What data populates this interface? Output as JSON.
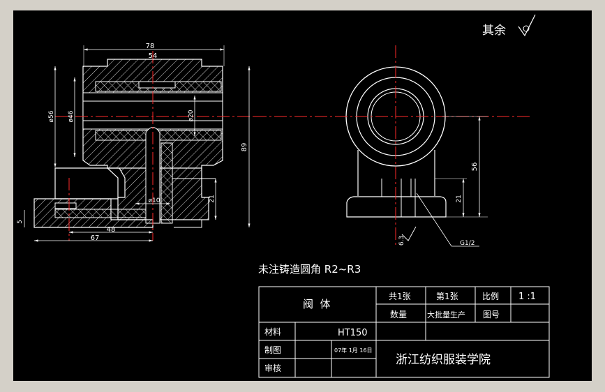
{
  "surface": "#ffffff",
  "roughness_note": {
    "label": "其余",
    "symbol": "roughness-check-icon"
  },
  "dimensions": {
    "front": {
      "width_total": "78",
      "width_top": "54",
      "dia_outer": "ø56",
      "dia_inner": "ø46",
      "dia_bore": "ø20",
      "dia_stem": "ø10",
      "height_total": "89",
      "height_boss": "21",
      "flange_thk": "5",
      "base_inner": "48",
      "base_total": "67"
    },
    "side": {
      "center_height": "56",
      "boss_height": "21",
      "roughness": "6.3",
      "thread": "G1/2"
    }
  },
  "note": "未注铸造圆角 R2~R3",
  "title_block": {
    "part_name": "阀  体",
    "sheets_total": "共1张",
    "sheet_no": "第1张",
    "scale_label": "比例",
    "scale_value": "1 :1",
    "qty_label": "数量",
    "qty_value": "大批量生产",
    "drawing_no_label": "图号",
    "material_label": "材料",
    "material_value": "HT150",
    "drawn_label": "制图",
    "drawn_date": "07年 1月 16日",
    "check_label": "审核",
    "school": "浙江纺织服装学院"
  },
  "colors": {
    "line": "#ffffff",
    "center": "#ff2a2a",
    "hatch": "#d8d8d8",
    "dim": "#ffffff"
  }
}
